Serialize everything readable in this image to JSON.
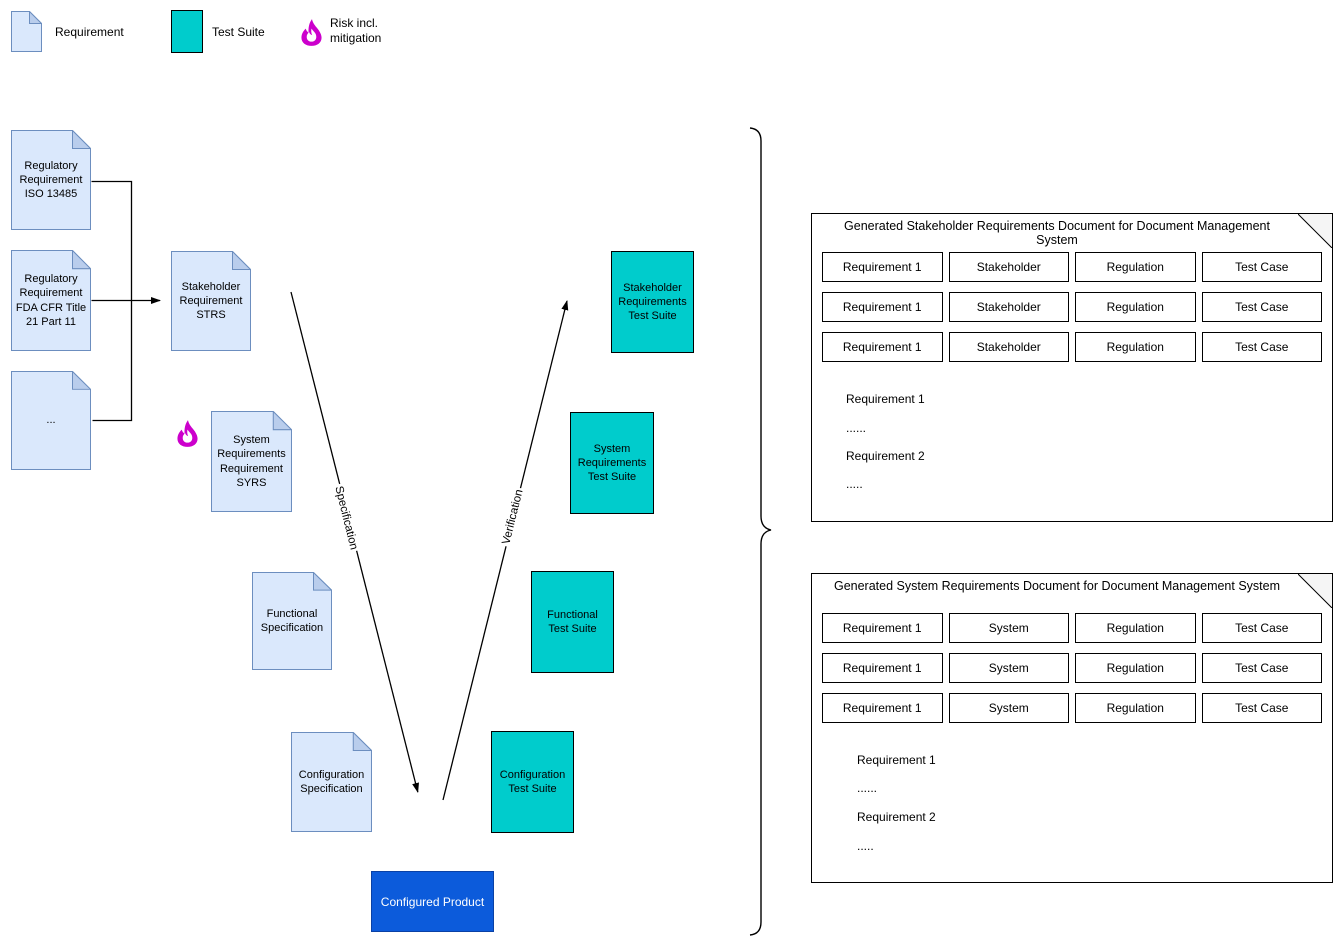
{
  "colors": {
    "doc_fill": "#dae8fc",
    "doc_stroke": "#6c8ebf",
    "doc_fold": "#b9cdec",
    "suite_fill": "#00cccc",
    "product_fill": "#0c5bdb",
    "product_stroke": "#0a41a5",
    "risk_color": "#cc00cc",
    "panel_fold": "#f5f5f5"
  },
  "legend": {
    "requirement_label": "Requirement",
    "test_suite_label": "Test Suite",
    "risk_label": "Risk incl.\nmitigation"
  },
  "documents": {
    "iso": "Regulatory\nRequirement\nISO 13485",
    "fda": "Regulatory\nRequirement\nFDA CFR Title\n21 Part 11",
    "more": "...",
    "strs": "Stakeholder\nRequirement\nSTRS",
    "syrs": "System\nRequirements\nRequirement\nSYRS",
    "functional_spec": "Functional\nSpecification",
    "config_spec": "Configuration\nSpecification"
  },
  "test_suites": {
    "stakeholder": "Stakeholder\nRequirements\nTest Suite",
    "system": "System\nRequirements\nTest Suite",
    "functional": "Functional\nTest Suite",
    "configuration": "Configuration\nTest Suite"
  },
  "product_label": "Configured Product",
  "edges": {
    "specification_label": "Specification",
    "verification_label": "Verification"
  },
  "panels": [
    {
      "title": "Generated Stakeholder Requirements Document for Document Management System",
      "rows": [
        [
          "Requirement 1",
          "Stakeholder",
          "Regulation",
          "Test Case"
        ],
        [
          "Requirement 1",
          "Stakeholder",
          "Regulation",
          "Test Case"
        ],
        [
          "Requirement 1",
          "Stakeholder",
          "Regulation",
          "Test Case"
        ]
      ],
      "body": [
        "Requirement 1",
        "......",
        "Requirement 2",
        "....."
      ]
    },
    {
      "title": "Generated System Requirements Document for Document Management System",
      "rows": [
        [
          "Requirement 1",
          "System",
          "Regulation",
          "Test Case"
        ],
        [
          "Requirement 1",
          "System",
          "Regulation",
          "Test Case"
        ],
        [
          "Requirement 1",
          "System",
          "Regulation",
          "Test Case"
        ]
      ],
      "body": [
        "Requirement 1",
        "......",
        "Requirement 2",
        "....."
      ]
    }
  ]
}
